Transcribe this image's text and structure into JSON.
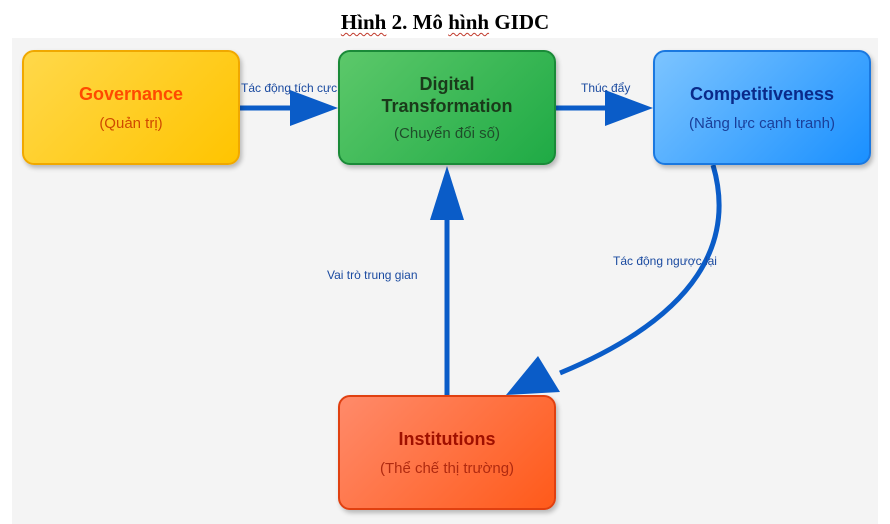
{
  "title": {
    "prefix": "Hình",
    "middle": " 2. Mô ",
    "word": "hình",
    "suffix": " GIDC"
  },
  "nodes": {
    "governance": {
      "name": "Governance",
      "sub": "(Quản trị)"
    },
    "digital": {
      "name_line1": "Digital",
      "name_line2": "Transformation",
      "sub": "(Chuyển đổi số)"
    },
    "competitiveness": {
      "name": "Competitiveness",
      "sub": "(Năng lực cạnh tranh)"
    },
    "institutions": {
      "name": "Institutions",
      "sub": "(Thể chế thị trường)"
    }
  },
  "edges": {
    "gov_to_dt": "Tác động tích cực",
    "dt_to_comp": "Thúc đẩy",
    "inst_to_dt": "Vai trò trung gian",
    "comp_to_inst": "Tác động ngược lại"
  },
  "colors": {
    "arrow": "#0a5cc8"
  }
}
